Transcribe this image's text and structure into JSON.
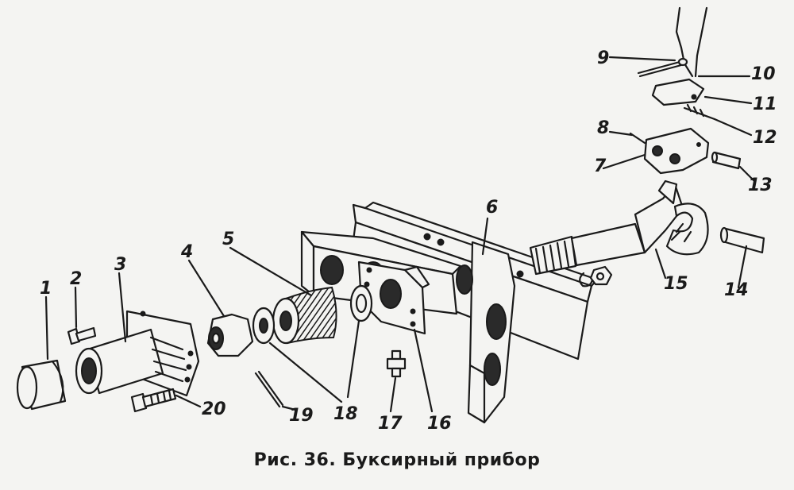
{
  "caption": "Рис. 36. Буксирный прибор",
  "callouts": [
    "1",
    "2",
    "3",
    "4",
    "5",
    "6",
    "7",
    "8",
    "9",
    "10",
    "11",
    "12",
    "13",
    "14",
    "15",
    "16",
    "17",
    "18",
    "19",
    "20"
  ]
}
